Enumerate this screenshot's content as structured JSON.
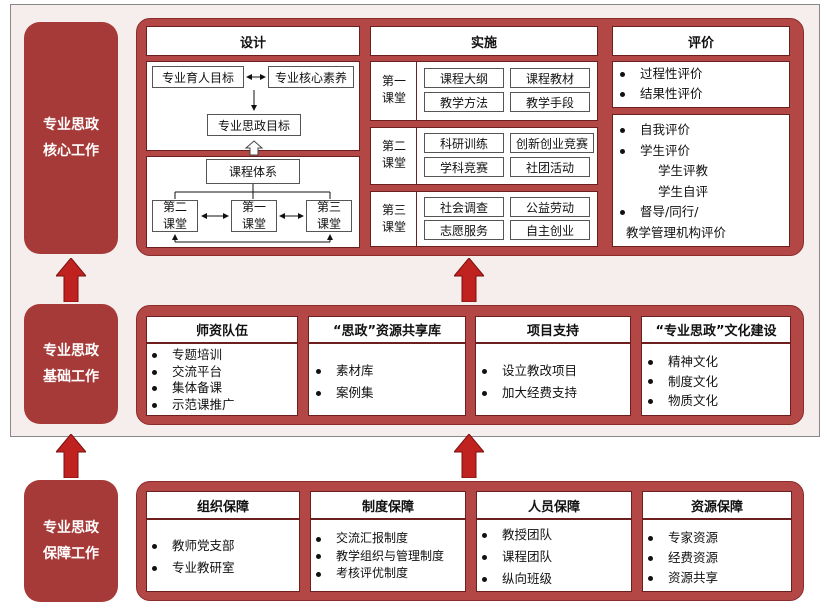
{
  "core": {
    "side_label": [
      "专业思政",
      "核心工作"
    ],
    "design": {
      "header": "设计",
      "goal_a": "专业育人目标",
      "goal_b": "专业核心素养",
      "goal_c": "专业思政目标",
      "course_system": "课程体系",
      "class1": [
        "第二",
        "课堂"
      ],
      "class2": [
        "第一",
        "课堂"
      ],
      "class3": [
        "第三",
        "课堂"
      ]
    },
    "implement": {
      "header": "实施",
      "rows": [
        {
          "label": [
            "第一",
            "课堂"
          ],
          "items": [
            "课程大纲",
            "课程教材",
            "教学方法",
            "教学手段"
          ]
        },
        {
          "label": [
            "第二",
            "课堂"
          ],
          "items": [
            "科研训练",
            "创新创业竞赛",
            "学科竞赛",
            "社团活动"
          ]
        },
        {
          "label": [
            "第三",
            "课堂"
          ],
          "items": [
            "社会调查",
            "公益劳动",
            "志愿服务",
            "自主创业"
          ]
        }
      ]
    },
    "evaluate": {
      "header": "评价",
      "list1": [
        "过程性评价",
        "结果性评价"
      ],
      "list2": [
        "自我评价",
        "学生评价",
        "学生评教",
        "学生自评",
        "督导/同行/",
        "教学管理机构评价"
      ]
    }
  },
  "basic": {
    "side_label": [
      "专业思政",
      "基础工作"
    ],
    "columns": [
      {
        "header": "师资队伍",
        "items": [
          "专题培训",
          "交流平台",
          "集体备课",
          "示范课推广"
        ]
      },
      {
        "header": "“思政”资源共享库",
        "items": [
          "素材库",
          "案例集"
        ]
      },
      {
        "header": "项目支持",
        "items": [
          "设立教改项目",
          "加大经费支持"
        ]
      },
      {
        "header": "“专业思政”文化建设",
        "items": [
          "精神文化",
          "制度文化",
          "物质文化"
        ]
      }
    ]
  },
  "guarantee": {
    "side_label": [
      "专业思政",
      "保障工作"
    ],
    "columns": [
      {
        "header": "组织保障",
        "items": [
          "教师党支部",
          "专业教研室"
        ]
      },
      {
        "header": "制度保障",
        "items": [
          "交流汇报制度",
          "教学组织与管理制度",
          "考核评优制度"
        ]
      },
      {
        "header": "人员保障",
        "items": [
          "教授团队",
          "课程团队",
          "纵向班级"
        ]
      },
      {
        "header": "资源保障",
        "items": [
          "专家资源",
          "经费资源",
          "资源共享"
        ]
      }
    ]
  },
  "colors": {
    "accent": "#b34745",
    "side": "#a63a38",
    "arrow": "#c0221f"
  }
}
